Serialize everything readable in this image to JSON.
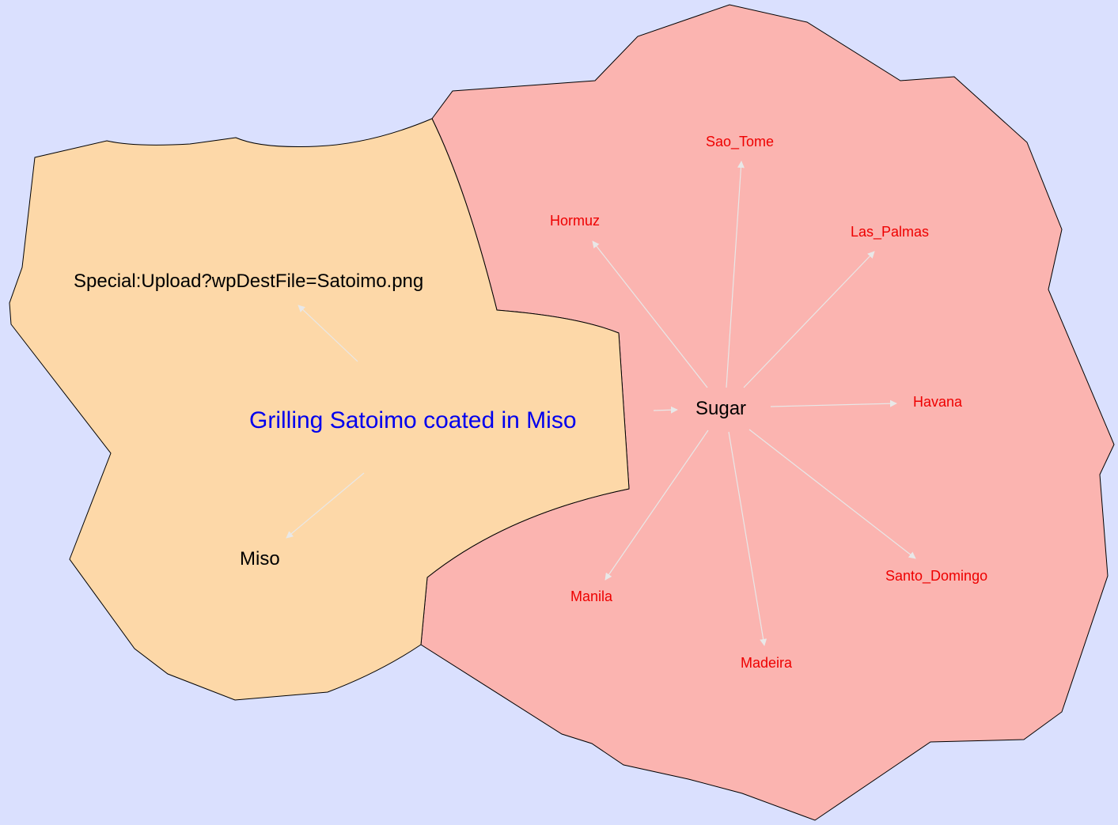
{
  "colors": {
    "background": "#dae0fe",
    "left_region_fill": "#fdd8a8",
    "right_region_fill": "#fbb4b0",
    "region_stroke": "#000000",
    "edge_color": "#e8e8e8",
    "central_node_color": "#0000ee",
    "sugar_node_color": "#000000",
    "destination_node_color": "#ee0000"
  },
  "regions": [
    {
      "name": "left-region",
      "fill_key": "left_region_fill"
    },
    {
      "name": "right-region",
      "fill_key": "right_region_fill"
    }
  ],
  "nodes": {
    "central": "Grilling Satoimo coated in Miso",
    "upload": "Special:Upload?wpDestFile=Satoimo.png",
    "miso": "Miso",
    "sugar": "Sugar",
    "sao_tome": "Sao_Tome",
    "hormuz": "Hormuz",
    "las_palmas": "Las_Palmas",
    "havana": "Havana",
    "santo_domingo": "Santo_Domingo",
    "manila": "Manila",
    "madeira": "Madeira"
  },
  "edges": [
    {
      "from": "central",
      "to": "upload"
    },
    {
      "from": "central",
      "to": "miso"
    },
    {
      "from": "central",
      "to": "sugar"
    },
    {
      "from": "sugar",
      "to": "sao_tome"
    },
    {
      "from": "sugar",
      "to": "hormuz"
    },
    {
      "from": "sugar",
      "to": "las_palmas"
    },
    {
      "from": "sugar",
      "to": "havana"
    },
    {
      "from": "sugar",
      "to": "santo_domingo"
    },
    {
      "from": "sugar",
      "to": "manila"
    },
    {
      "from": "sugar",
      "to": "madeira"
    }
  ]
}
